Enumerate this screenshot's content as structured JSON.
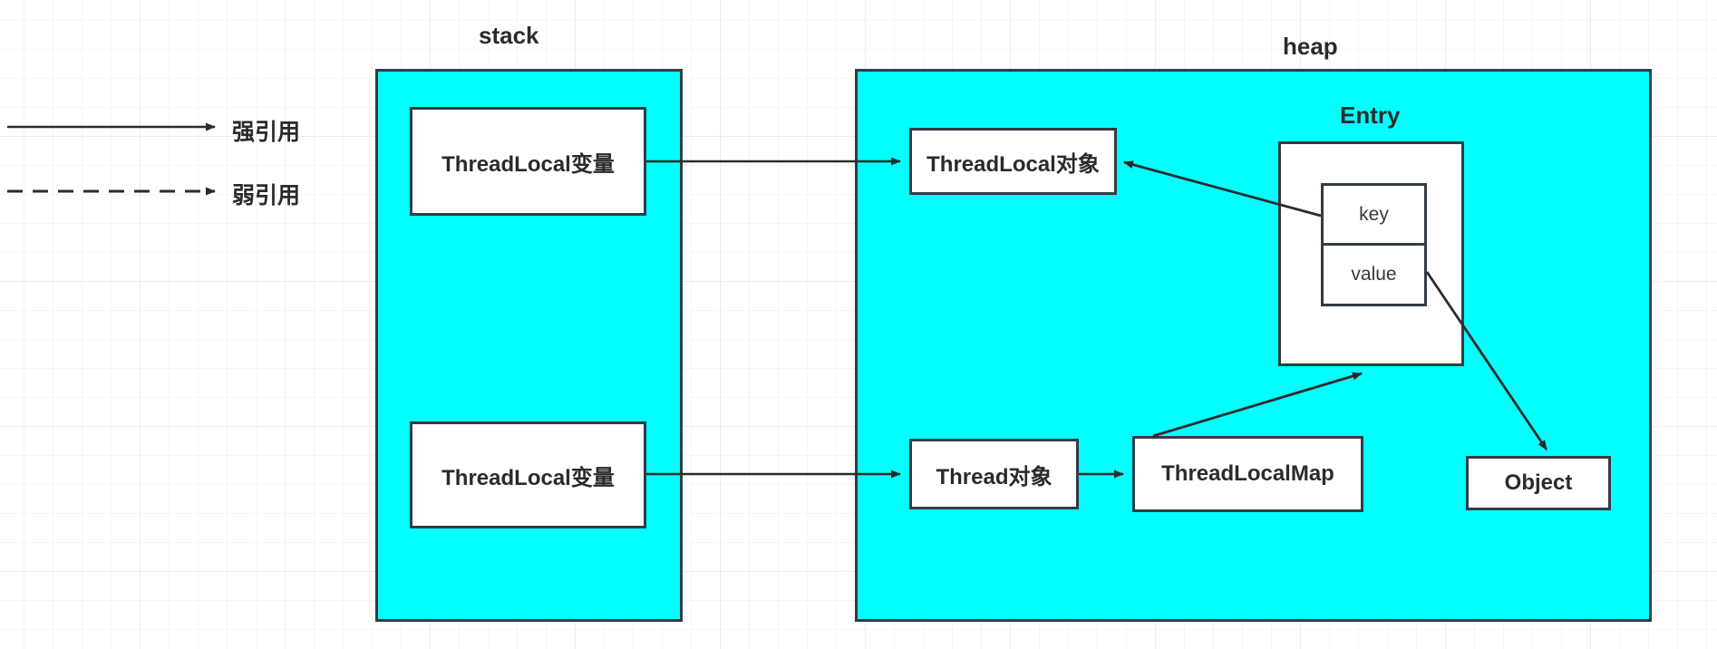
{
  "diagram": {
    "title": "ThreadLocal memory reference diagram",
    "colors": {
      "region_fill": "#00ffff",
      "node_fill": "#ffffff",
      "stroke": "#333b44",
      "text": "#2b2b2b",
      "grid": "#ececec"
    }
  },
  "legend": {
    "items": [
      {
        "label": "强引用",
        "style": "solid-arrow"
      },
      {
        "label": "弱引用",
        "style": "dashed-arrow"
      }
    ]
  },
  "regions": [
    {
      "id": "stack",
      "label": "stack"
    },
    {
      "id": "heap",
      "label": "heap"
    }
  ],
  "groups": [
    {
      "id": "entry",
      "label": "Entry"
    }
  ],
  "nodes": [
    {
      "id": "tl-var-top",
      "label": "ThreadLocal变量"
    },
    {
      "id": "tl-var-bottom",
      "label": "ThreadLocal变量"
    },
    {
      "id": "tl-object",
      "label": "ThreadLocal对象"
    },
    {
      "id": "thread-object",
      "label": "Thread对象"
    },
    {
      "id": "threadlocalmap",
      "label": "ThreadLocalMap"
    },
    {
      "id": "object",
      "label": "Object"
    }
  ],
  "entry_slots": [
    {
      "id": "key",
      "label": "key"
    },
    {
      "id": "value",
      "label": "value"
    }
  ],
  "edges": [
    {
      "from": "tl-var-top",
      "to": "tl-object",
      "style": "solid"
    },
    {
      "from": "tl-var-bottom",
      "to": "thread-object",
      "style": "solid"
    },
    {
      "from": "thread-object",
      "to": "threadlocalmap",
      "style": "solid"
    },
    {
      "from": "threadlocalmap",
      "to": "entry",
      "style": "solid"
    },
    {
      "from": "key",
      "to": "tl-object",
      "style": "solid"
    },
    {
      "from": "value",
      "to": "object",
      "style": "solid"
    }
  ]
}
